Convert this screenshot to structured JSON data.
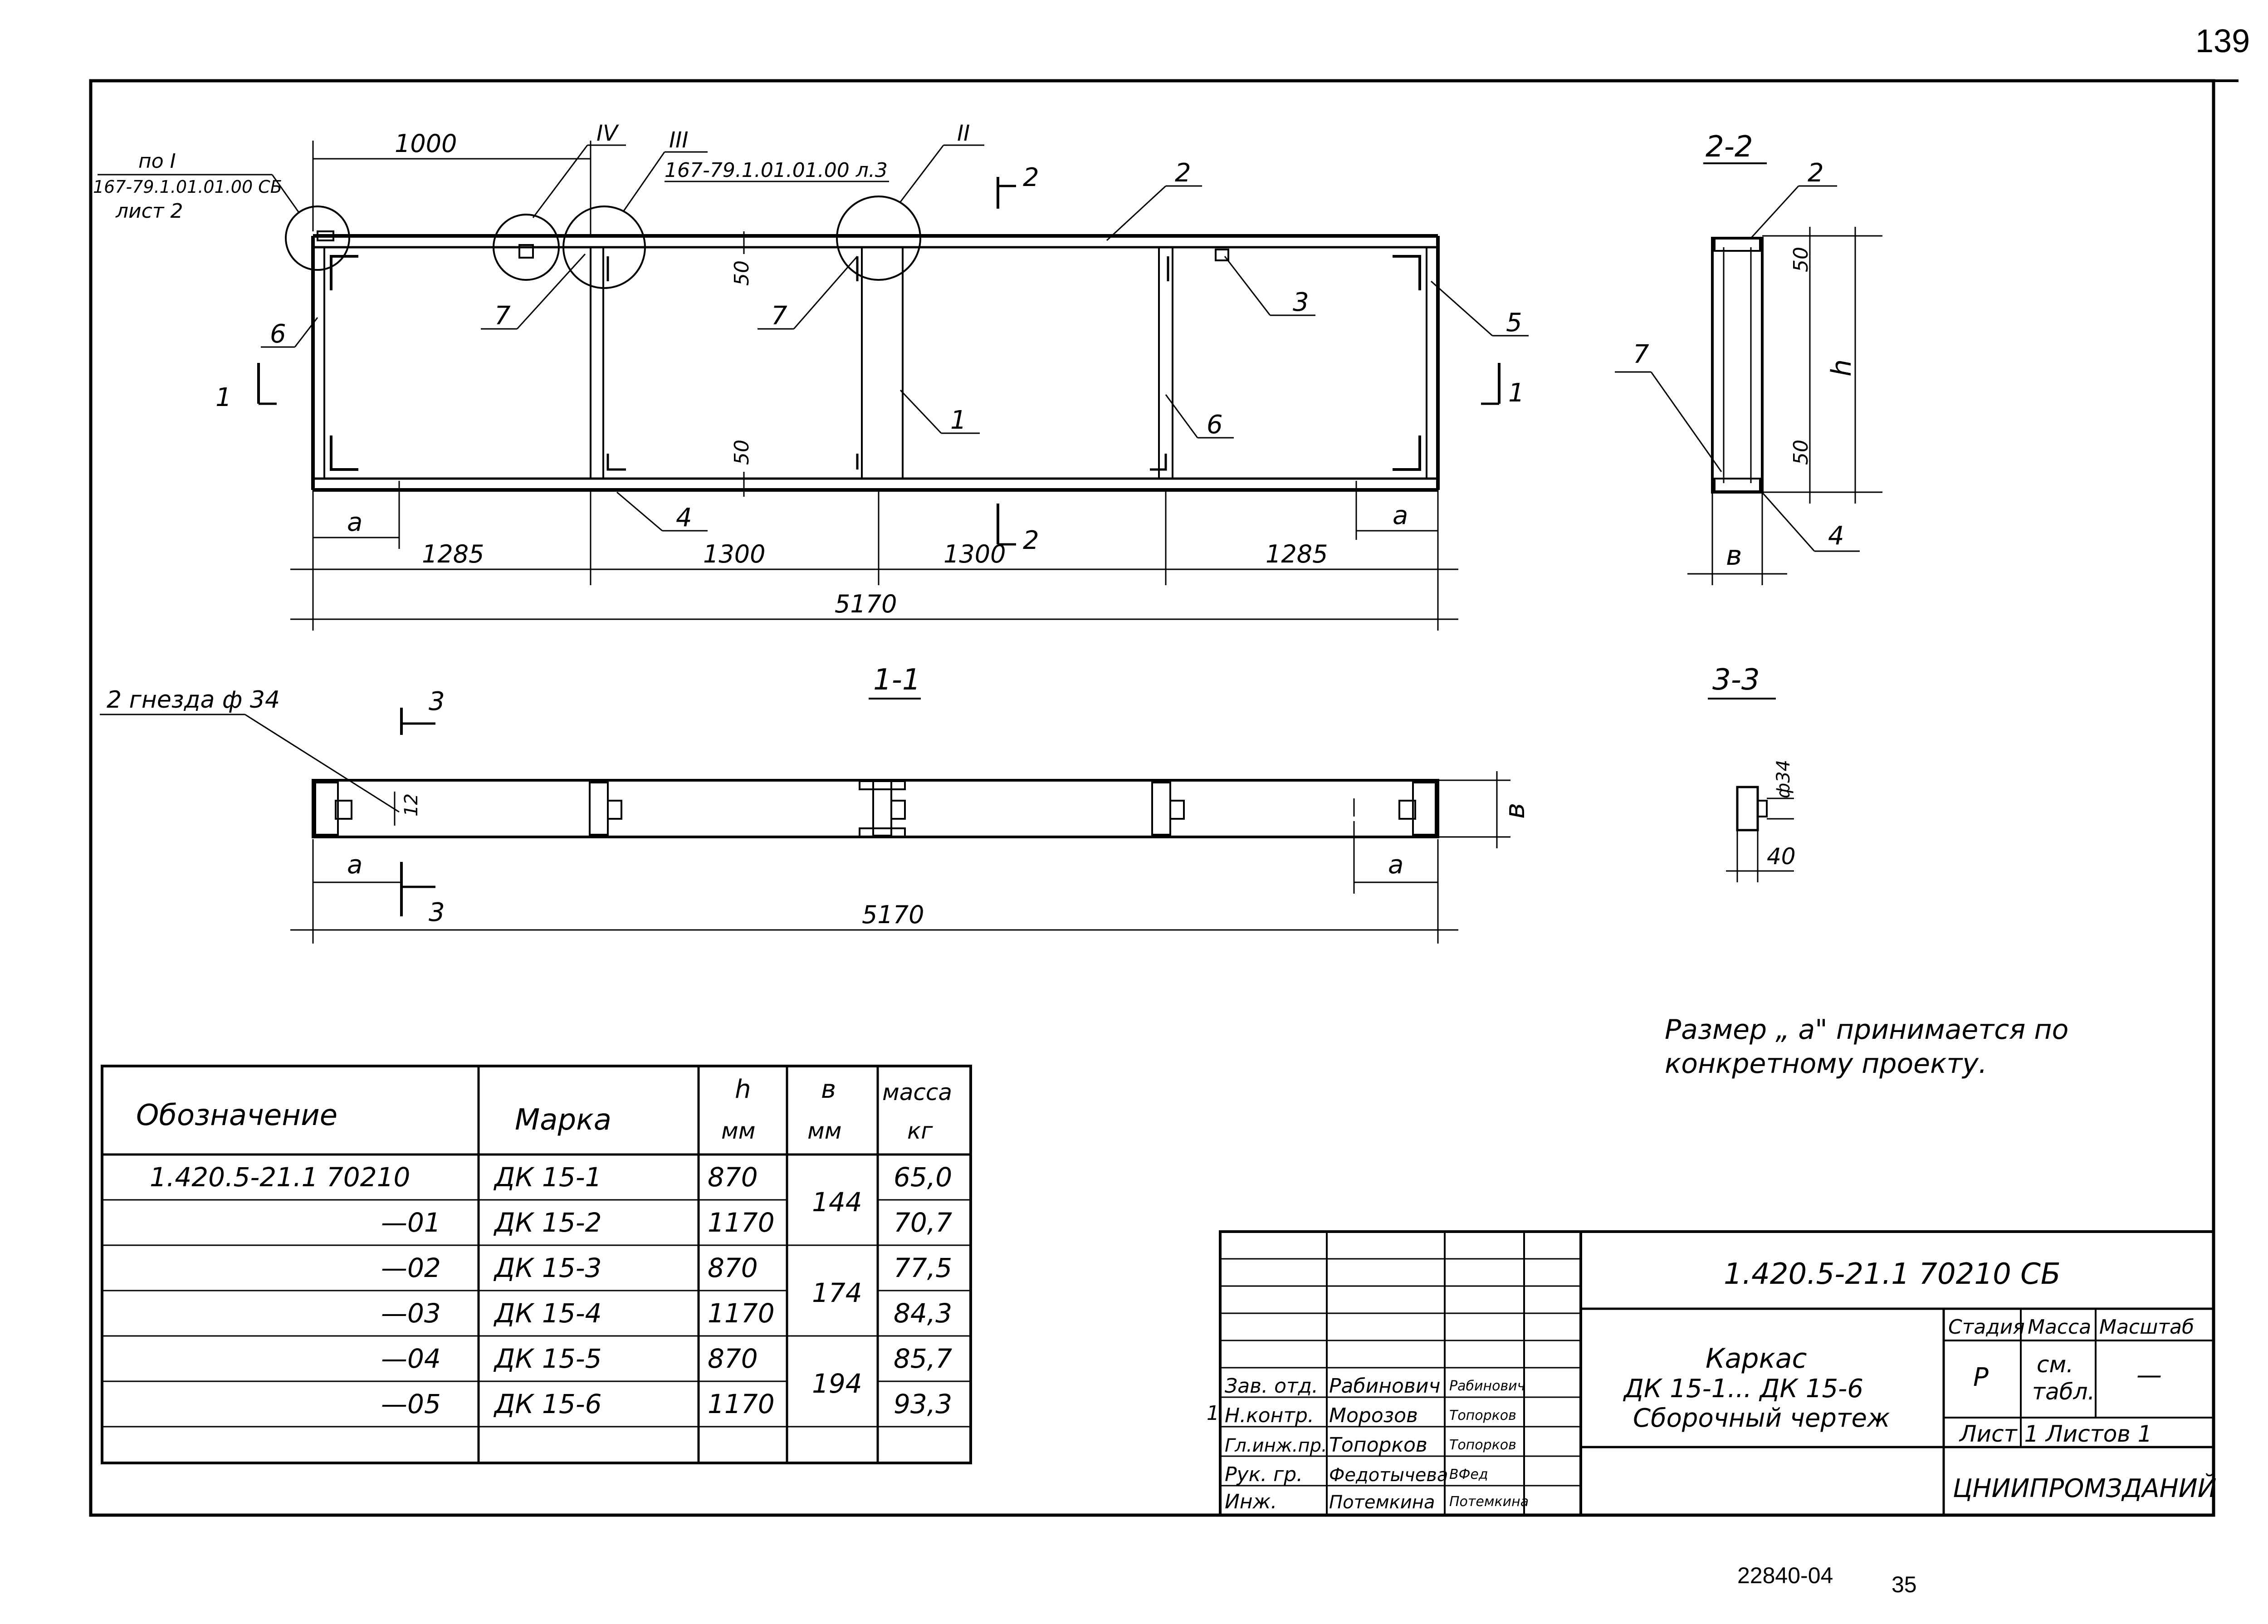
{
  "page": {
    "number": "139",
    "archive_code": "22840-04",
    "page_index": "35"
  },
  "elevation": {
    "dims_top": {
      "first_bay": "1000"
    },
    "callouts": {
      "ref_I_line1": "по I",
      "ref_I_line2": "167-79.1.01.01.00 СБ",
      "ref_I_line3": "лист 2",
      "roman_IV": "IV",
      "roman_III": "III",
      "roman_II": "II",
      "ref_III_note": "167-79.1.01.01.00 л.3"
    },
    "labels": {
      "p1": "1",
      "p2": "2",
      "p3": "3",
      "p4": "4",
      "p5": "5",
      "p6": "6",
      "p7": "7"
    },
    "cut_1": "1",
    "cut_2": "2",
    "dims": {
      "d50": "50",
      "a": "а",
      "b1": "1285",
      "b2": "1300",
      "b3": "1300",
      "b4": "1285",
      "total": "5170"
    }
  },
  "section_2_2": {
    "title": "2-2",
    "p2": "2",
    "p4": "4",
    "p7": "7",
    "d50": "50",
    "h": "h",
    "b": "в"
  },
  "section_1_1": {
    "title": "1-1",
    "holes": "2 гнезда ф 34",
    "cut_3": "3",
    "d12": "12",
    "b": "в",
    "a": "а",
    "total": "5170"
  },
  "section_3_3": {
    "title": "3-3",
    "d34": "ф34",
    "d40": "40"
  },
  "note": {
    "line1": "Размер „ а\" принимается по",
    "line2": "конкретному проекту."
  },
  "spec_table": {
    "headers": {
      "designation": "Обозначение",
      "mark": "Марка",
      "h": "h",
      "h_unit": "мм",
      "b": "в",
      "b_unit": "мм",
      "mass": "масса",
      "mass_unit": "кг"
    },
    "rows": [
      {
        "designation": "1.420.5-21.1  70210",
        "mark": "ДК 15-1",
        "h": "870",
        "mass": "65,0"
      },
      {
        "designation": "—01",
        "mark": "ДК 15-2",
        "h": "1170",
        "mass": "70,7"
      },
      {
        "designation": "—02",
        "mark": "ДК 15-3",
        "h": "870",
        "mass": "77,5"
      },
      {
        "designation": "—03",
        "mark": "ДК 15-4",
        "h": "1170",
        "mass": "84,3"
      },
      {
        "designation": "—04",
        "mark": "ДК 15-5",
        "h": "870",
        "mass": "85,7"
      },
      {
        "designation": "—05",
        "mark": "ДК 15-6",
        "h": "1170",
        "mass": "93,3"
      }
    ],
    "b_values": [
      "144",
      "174",
      "194"
    ]
  },
  "title_block": {
    "code": "1.420.5-21.1  70210 СБ",
    "name_line1": "Каркас",
    "name_line2": "ДК 15-1... ДК 15-6",
    "name_line3": "Сборочный чертеж",
    "stage_label": "Стадия",
    "mass_label": "Масса",
    "scale_label": "Масштаб",
    "stage": "Р",
    "mass_value_line1": "см.",
    "mass_value_line2": "табл.",
    "scale_value": "—",
    "sheet": "Лист 1",
    "sheets": "Листов 1",
    "org": "ЦНИИПРОМЗДАНИЙ",
    "rev": "1",
    "staff": [
      {
        "role": "Зав. отд.",
        "name": "Рабинович",
        "sign": "Рабинович"
      },
      {
        "role": "Н.контр.",
        "name": "Морозов",
        "sign": "Топорков"
      },
      {
        "role": "Гл.инж.пр.",
        "name": "Топорков",
        "sign": "Топорков"
      },
      {
        "role": "Рук. гр.",
        "name": "Федотычева",
        "sign": "ВФед"
      },
      {
        "role": "Инж.",
        "name": "Потемкина",
        "sign": "Потемкина"
      }
    ]
  }
}
